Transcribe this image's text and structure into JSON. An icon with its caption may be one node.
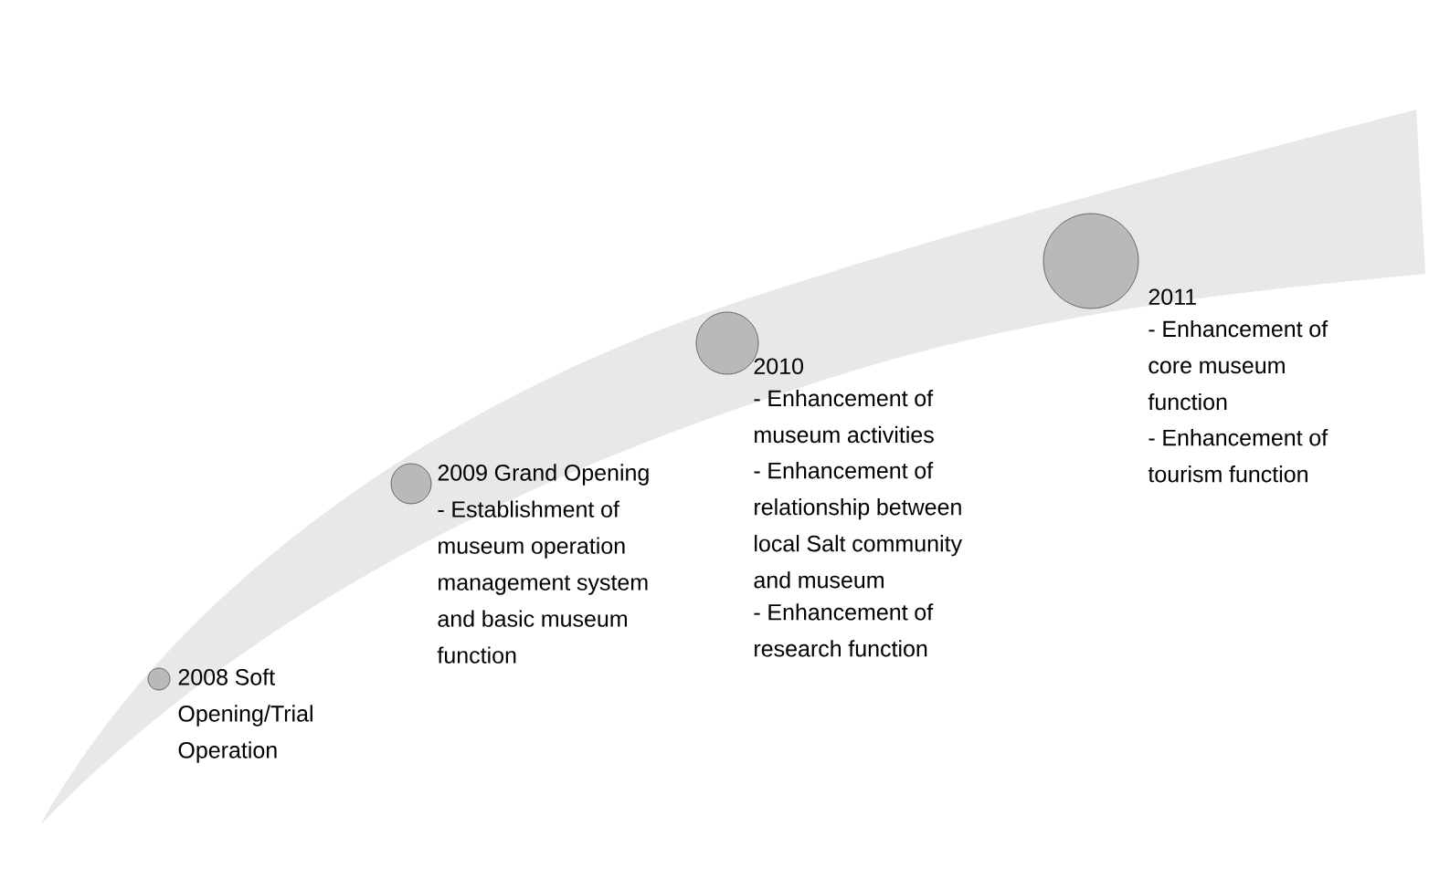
{
  "diagram": {
    "nodes": [
      {
        "text": [],
        "shape": "circle",
        "beside": [
          "2008 Soft Opening/Trial Operation"
        ]
      },
      {
        "text": [],
        "shape": "circle",
        "beside": [
          "2009 Grand Opening",
          "- Establishment of museum operation management system and basic museum function"
        ]
      },
      {
        "text": [],
        "shape": "circle",
        "beside": [
          "2010",
          "- Enhancement of museum activities",
          "- Enhancement of relationship between local Salt community and museum",
          "- Enhancement of research function"
        ]
      },
      {
        "text": [],
        "shape": "circle",
        "beside": [
          "2011",
          "- Enhancement of core museum function",
          "- Enhancement of tourism function"
        ]
      }
    ]
  }
}
